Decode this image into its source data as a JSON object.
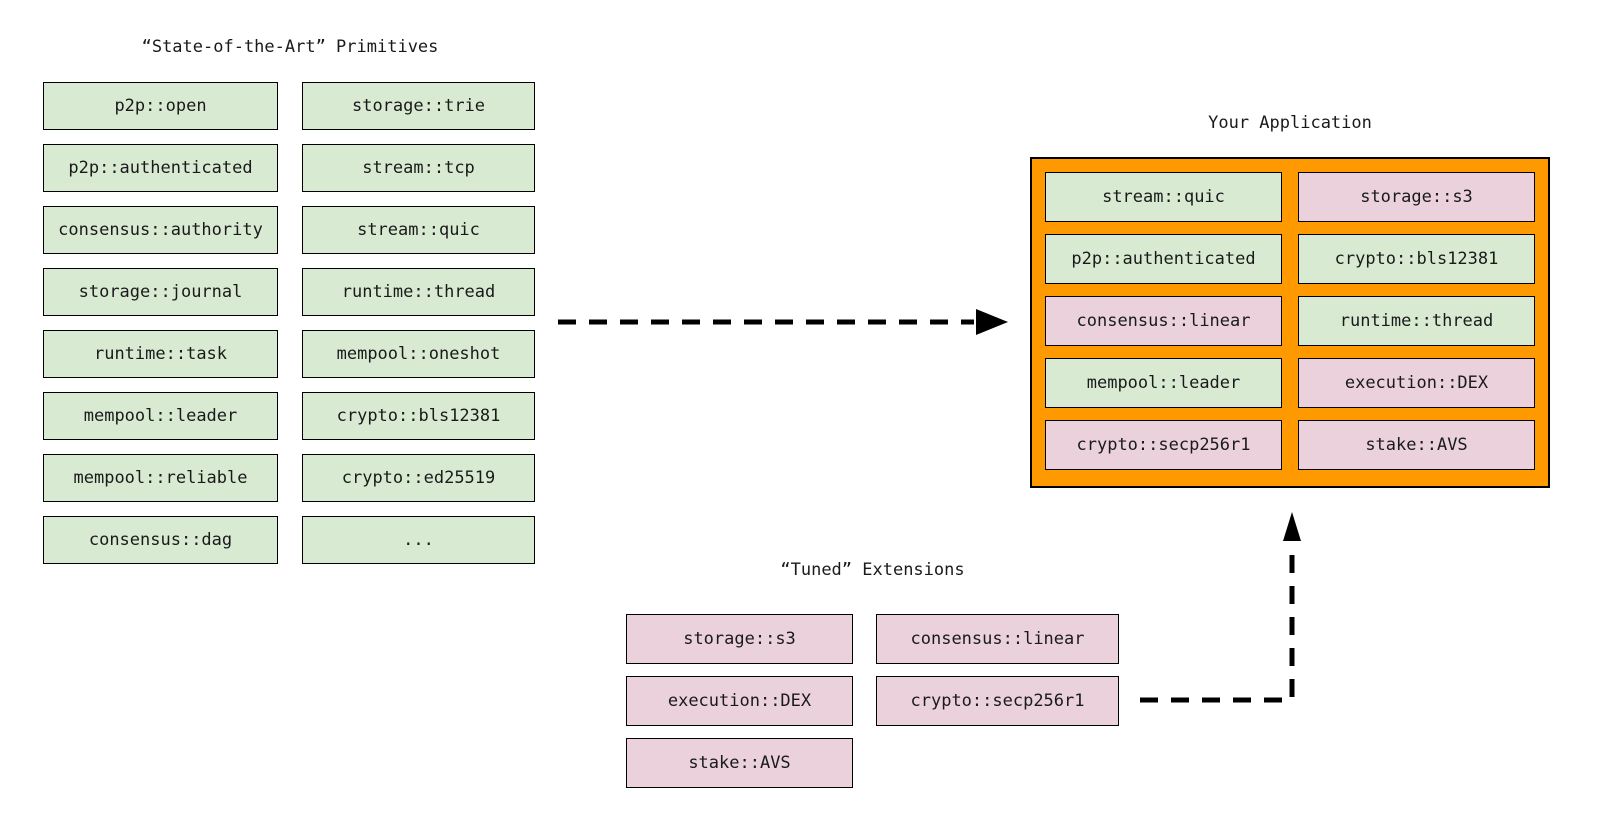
{
  "colors": {
    "background": "#ffffff",
    "text": "#1a1a1a",
    "border": "#000000",
    "arrow": "#000000",
    "primitive_bg": "#d9ead3",
    "extension_bg": "#ead1dc",
    "application_bg": "#ff9900"
  },
  "primitives": {
    "title": "“State-of-the-Art” Primitives",
    "col1": [
      "p2p::open",
      "p2p::authenticated",
      "consensus::authority",
      "storage::journal",
      "runtime::task",
      "mempool::leader",
      "mempool::reliable",
      "consensus::dag"
    ],
    "col2": [
      "storage::trie",
      "stream::tcp",
      "stream::quic",
      "runtime::thread",
      "mempool::oneshot",
      "crypto::bls12381",
      "crypto::ed25519",
      "..."
    ]
  },
  "application": {
    "title": "Your Application",
    "cells": [
      {
        "label": "stream::quic",
        "variant": "primitive"
      },
      {
        "label": "storage::s3",
        "variant": "extension"
      },
      {
        "label": "p2p::authenticated",
        "variant": "primitive"
      },
      {
        "label": "crypto::bls12381",
        "variant": "primitive"
      },
      {
        "label": "consensus::linear",
        "variant": "extension"
      },
      {
        "label": "runtime::thread",
        "variant": "primitive"
      },
      {
        "label": "mempool::leader",
        "variant": "primitive"
      },
      {
        "label": "execution::DEX",
        "variant": "extension"
      },
      {
        "label": "crypto::secp256r1",
        "variant": "extension"
      },
      {
        "label": "stake::AVS",
        "variant": "extension"
      }
    ]
  },
  "extensions": {
    "title": "“Tuned” Extensions",
    "col1": [
      "storage::s3",
      "execution::DEX",
      "stake::AVS"
    ],
    "col2": [
      "consensus::linear",
      "crypto::secp256r1"
    ]
  },
  "arrows": [
    {
      "name": "primitives-to-application",
      "style": "dashed",
      "direction": "right"
    },
    {
      "name": "extensions-to-application",
      "style": "dashed",
      "direction": "right-then-up"
    }
  ]
}
